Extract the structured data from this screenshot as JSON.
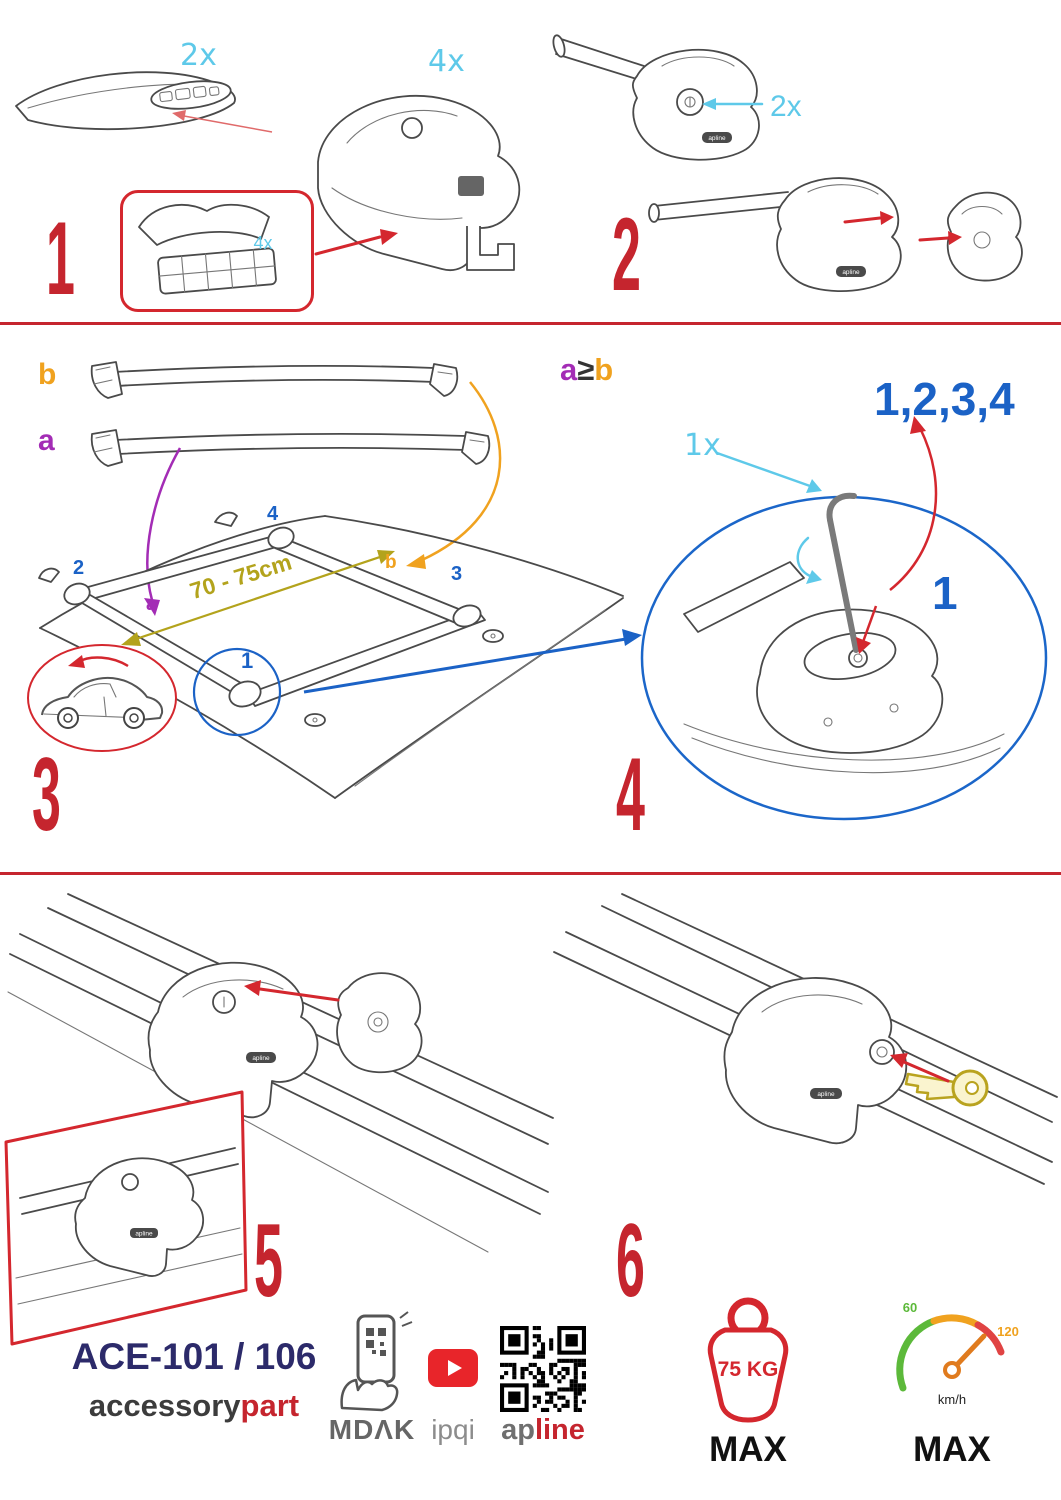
{
  "drawing": {
    "logo": "apline"
  },
  "step1": {
    "number": "1",
    "bar_qty": "2x",
    "foot_qty": "4x",
    "pad_qty": "4x"
  },
  "step2": {
    "number": "2",
    "lock_qty": "2x"
  },
  "step3": {
    "number": "3",
    "bar_b": "b",
    "bar_a": "a",
    "distance": "70 - 75cm",
    "pos1": "1",
    "pos2": "2",
    "pos3": "3",
    "pos4": "4",
    "hint_a": "a",
    "hint_b": "b"
  },
  "step4": {
    "number": "4",
    "rule_a": "a",
    "rule_op": "≥",
    "rule_b": "b",
    "order": "1,2,3,4",
    "tool_qty": "1x",
    "pos1": "1"
  },
  "step5": {
    "number": "5"
  },
  "step6": {
    "number": "6"
  },
  "footer": {
    "model": "ACE-101 / 106",
    "brand_black": "accessory",
    "brand_red": "part",
    "mdak": "MDΛK",
    "ipqi": "ipqi",
    "ap": "ap",
    "line": "line",
    "weight": "75 KG",
    "weight_max": "MAX",
    "speed_low": "60",
    "speed_high": "120",
    "speed_unit": "km/h",
    "speed_max": "MAX"
  },
  "colors": {
    "red": "#c5252e",
    "arrow_red": "#d4272e",
    "cyan": "#5ec9e9",
    "blue": "#1b62c6",
    "purple": "#a32cb5",
    "orange": "#f0a21f",
    "olive": "#b3a31c",
    "navy": "#2c2a6a"
  }
}
